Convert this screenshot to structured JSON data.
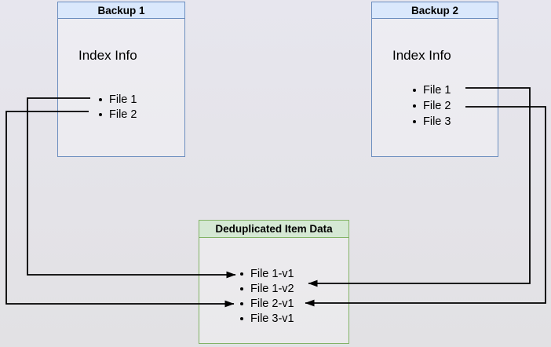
{
  "canvas": {
    "background_top": "#e7e6ee",
    "background_bottom": "#e2e1e4"
  },
  "boxes": {
    "backup1": {
      "title": "Backup 1",
      "body_label": "Index Info",
      "files": [
        "File 1",
        "File 2"
      ],
      "fill": "#dae8fc",
      "border": "#6c8ebf"
    },
    "backup2": {
      "title": "Backup 2",
      "body_label": "Index Info",
      "files": [
        "File 1",
        "File 2",
        "File 3"
      ],
      "fill": "#dae8fc",
      "border": "#6c8ebf"
    },
    "dedup": {
      "title": "Deduplicated Item Data",
      "items": [
        "File 1-v1",
        "File 1-v2",
        "File 2-v1",
        "File 3-v1"
      ],
      "fill": "#d5e8d4",
      "border": "#82b366"
    }
  },
  "connections": [
    {
      "from": "Backup 1 / File 1",
      "to": "File 1-v1"
    },
    {
      "from": "Backup 1 / File 2",
      "to": "File 2-v1"
    },
    {
      "from": "Backup 2 / File 1",
      "to": "File 1-v2"
    },
    {
      "from": "Backup 2 / File 2",
      "to": "File 2-v1"
    }
  ],
  "arrow_color": "#000000"
}
